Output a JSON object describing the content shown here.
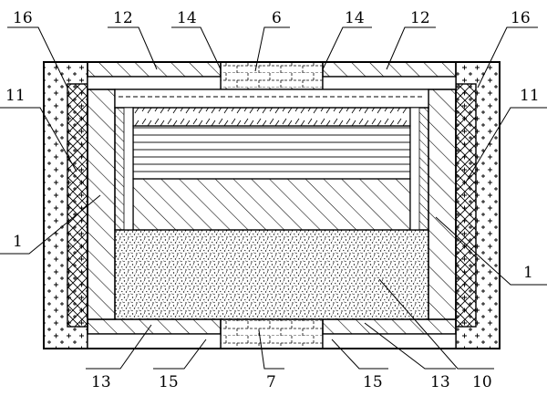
{
  "labels": {
    "l16_left": "16",
    "l16_right": "16",
    "l12_left": "12",
    "l12_right": "12",
    "l14_left": "14",
    "l14_right": "14",
    "l6": "6",
    "l11_left": "11",
    "l11_right": "11",
    "l1_left": "1",
    "l1_right": "1",
    "l13_left": "13",
    "l13_right": "13",
    "l15_left": "15",
    "l15_right": "15",
    "l7": "7",
    "l10": "10"
  }
}
